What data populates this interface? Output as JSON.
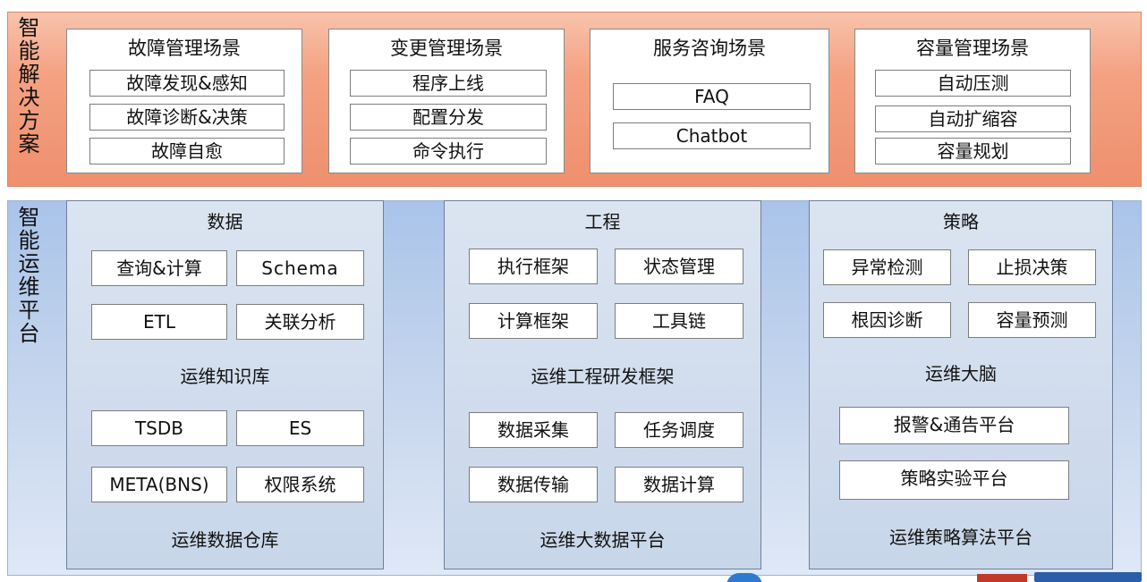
{
  "top": {
    "label": "智能解决方案",
    "scenes": [
      {
        "title": "故障管理场景",
        "items": [
          "故障发现&感知",
          "故障诊断&决策",
          "故障自愈"
        ]
      },
      {
        "title": "变更管理场景",
        "items": [
          "程序上线",
          "配置分发",
          "命令执行"
        ]
      },
      {
        "title": "服务咨询场景",
        "items": [
          "FAQ",
          "Chatbot"
        ]
      },
      {
        "title": "容量管理场景",
        "items": [
          "自动压测",
          "自动扩缩容",
          "容量规划"
        ]
      }
    ]
  },
  "bottom": {
    "label": "智能运维平台",
    "data": {
      "title": "数据",
      "grid1": [
        "查询&计算",
        "Schema",
        "ETL",
        "关联分析"
      ],
      "label1": "运维知识库",
      "grid2": [
        "TSDB",
        "ES",
        "META(BNS)",
        "权限系统"
      ],
      "label2": "运维数据仓库"
    },
    "engineering": {
      "title": "工程",
      "grid1": [
        "执行框架",
        "状态管理",
        "计算框架",
        "工具链"
      ],
      "label1": "运维工程研发框架",
      "grid2": [
        "数据采集",
        "任务调度",
        "数据传输",
        "数据计算"
      ],
      "label2": "运维大数据平台"
    },
    "strategy": {
      "title": "策略",
      "grid1": [
        "异常检测",
        "止损决策",
        "根因诊断",
        "容量预测"
      ],
      "label1": "运维大脑",
      "wide": [
        "报警&通告平台",
        "策略实验平台"
      ],
      "label2": "运维策略算法平台"
    }
  }
}
